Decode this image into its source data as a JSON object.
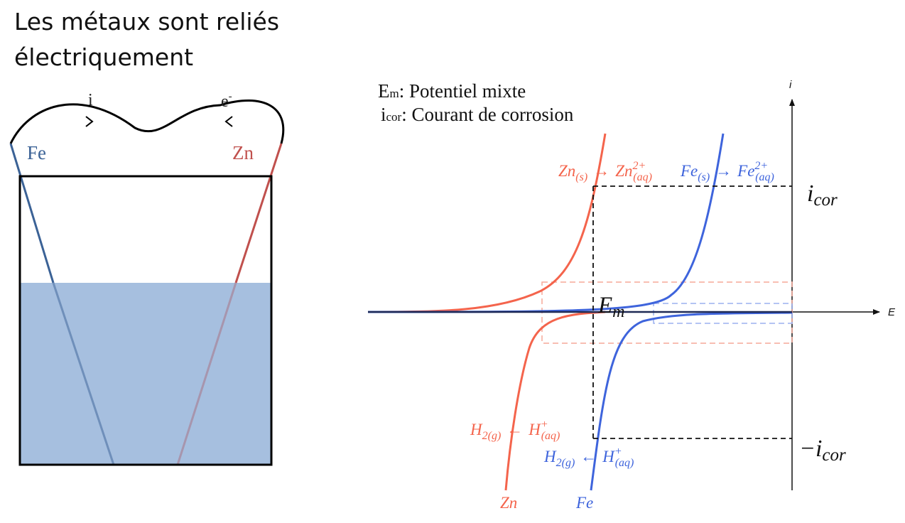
{
  "slide": {
    "title_line1": "Les métaux sont reliés",
    "title_line2": "électriquement"
  },
  "cell": {
    "current_label": "i",
    "electron_label": "e",
    "electron_sup": "-",
    "electrode_left": "Fe",
    "electrode_right": "Zn"
  },
  "legend": {
    "em_symbol": "E",
    "em_sub": "m",
    "em_text": ": Potentiel mixte",
    "icor_symbol": "i",
    "icor_sub": "cor",
    "icor_text": ": Courant de corrosion"
  },
  "axes": {
    "y_label": "i",
    "x_label": "E"
  },
  "annotations": {
    "em_main": "E",
    "em_sub": "m",
    "icor_main": "i",
    "icor_sub": "cor",
    "neg_icor_main": "−i",
    "neg_icor_sub": "cor",
    "zn_ox": {
      "a": "Zn",
      "a_sub": "(s)",
      "arrow": "→",
      "b": "Zn",
      "b_sup": "2+",
      "b_sub": "(aq)"
    },
    "fe_ox": {
      "a": "Fe",
      "a_sub": "(s)",
      "arrow": "→",
      "b": "Fe",
      "b_sup": "2+",
      "b_sub": "(aq)"
    },
    "zn_red": {
      "a": "H",
      "a_sub": "2(g)",
      "arrow": "←",
      "b": "H",
      "b_sup": "+",
      "b_sub": "(aq)"
    },
    "fe_red": {
      "a": "H",
      "a_sub": "2(g)",
      "arrow": "←",
      "b": "H",
      "b_sup": "+",
      "b_sub": "(aq)"
    },
    "zn_curve_label": "Zn",
    "fe_curve_label": "Fe"
  },
  "colors": {
    "fe": "#3b6296",
    "zn": "#c0504d",
    "electrolyte": "#a6bfdf",
    "zn_curve": "#f4644c",
    "fe_curve": "#3e64dc",
    "axis": "#111111"
  }
}
